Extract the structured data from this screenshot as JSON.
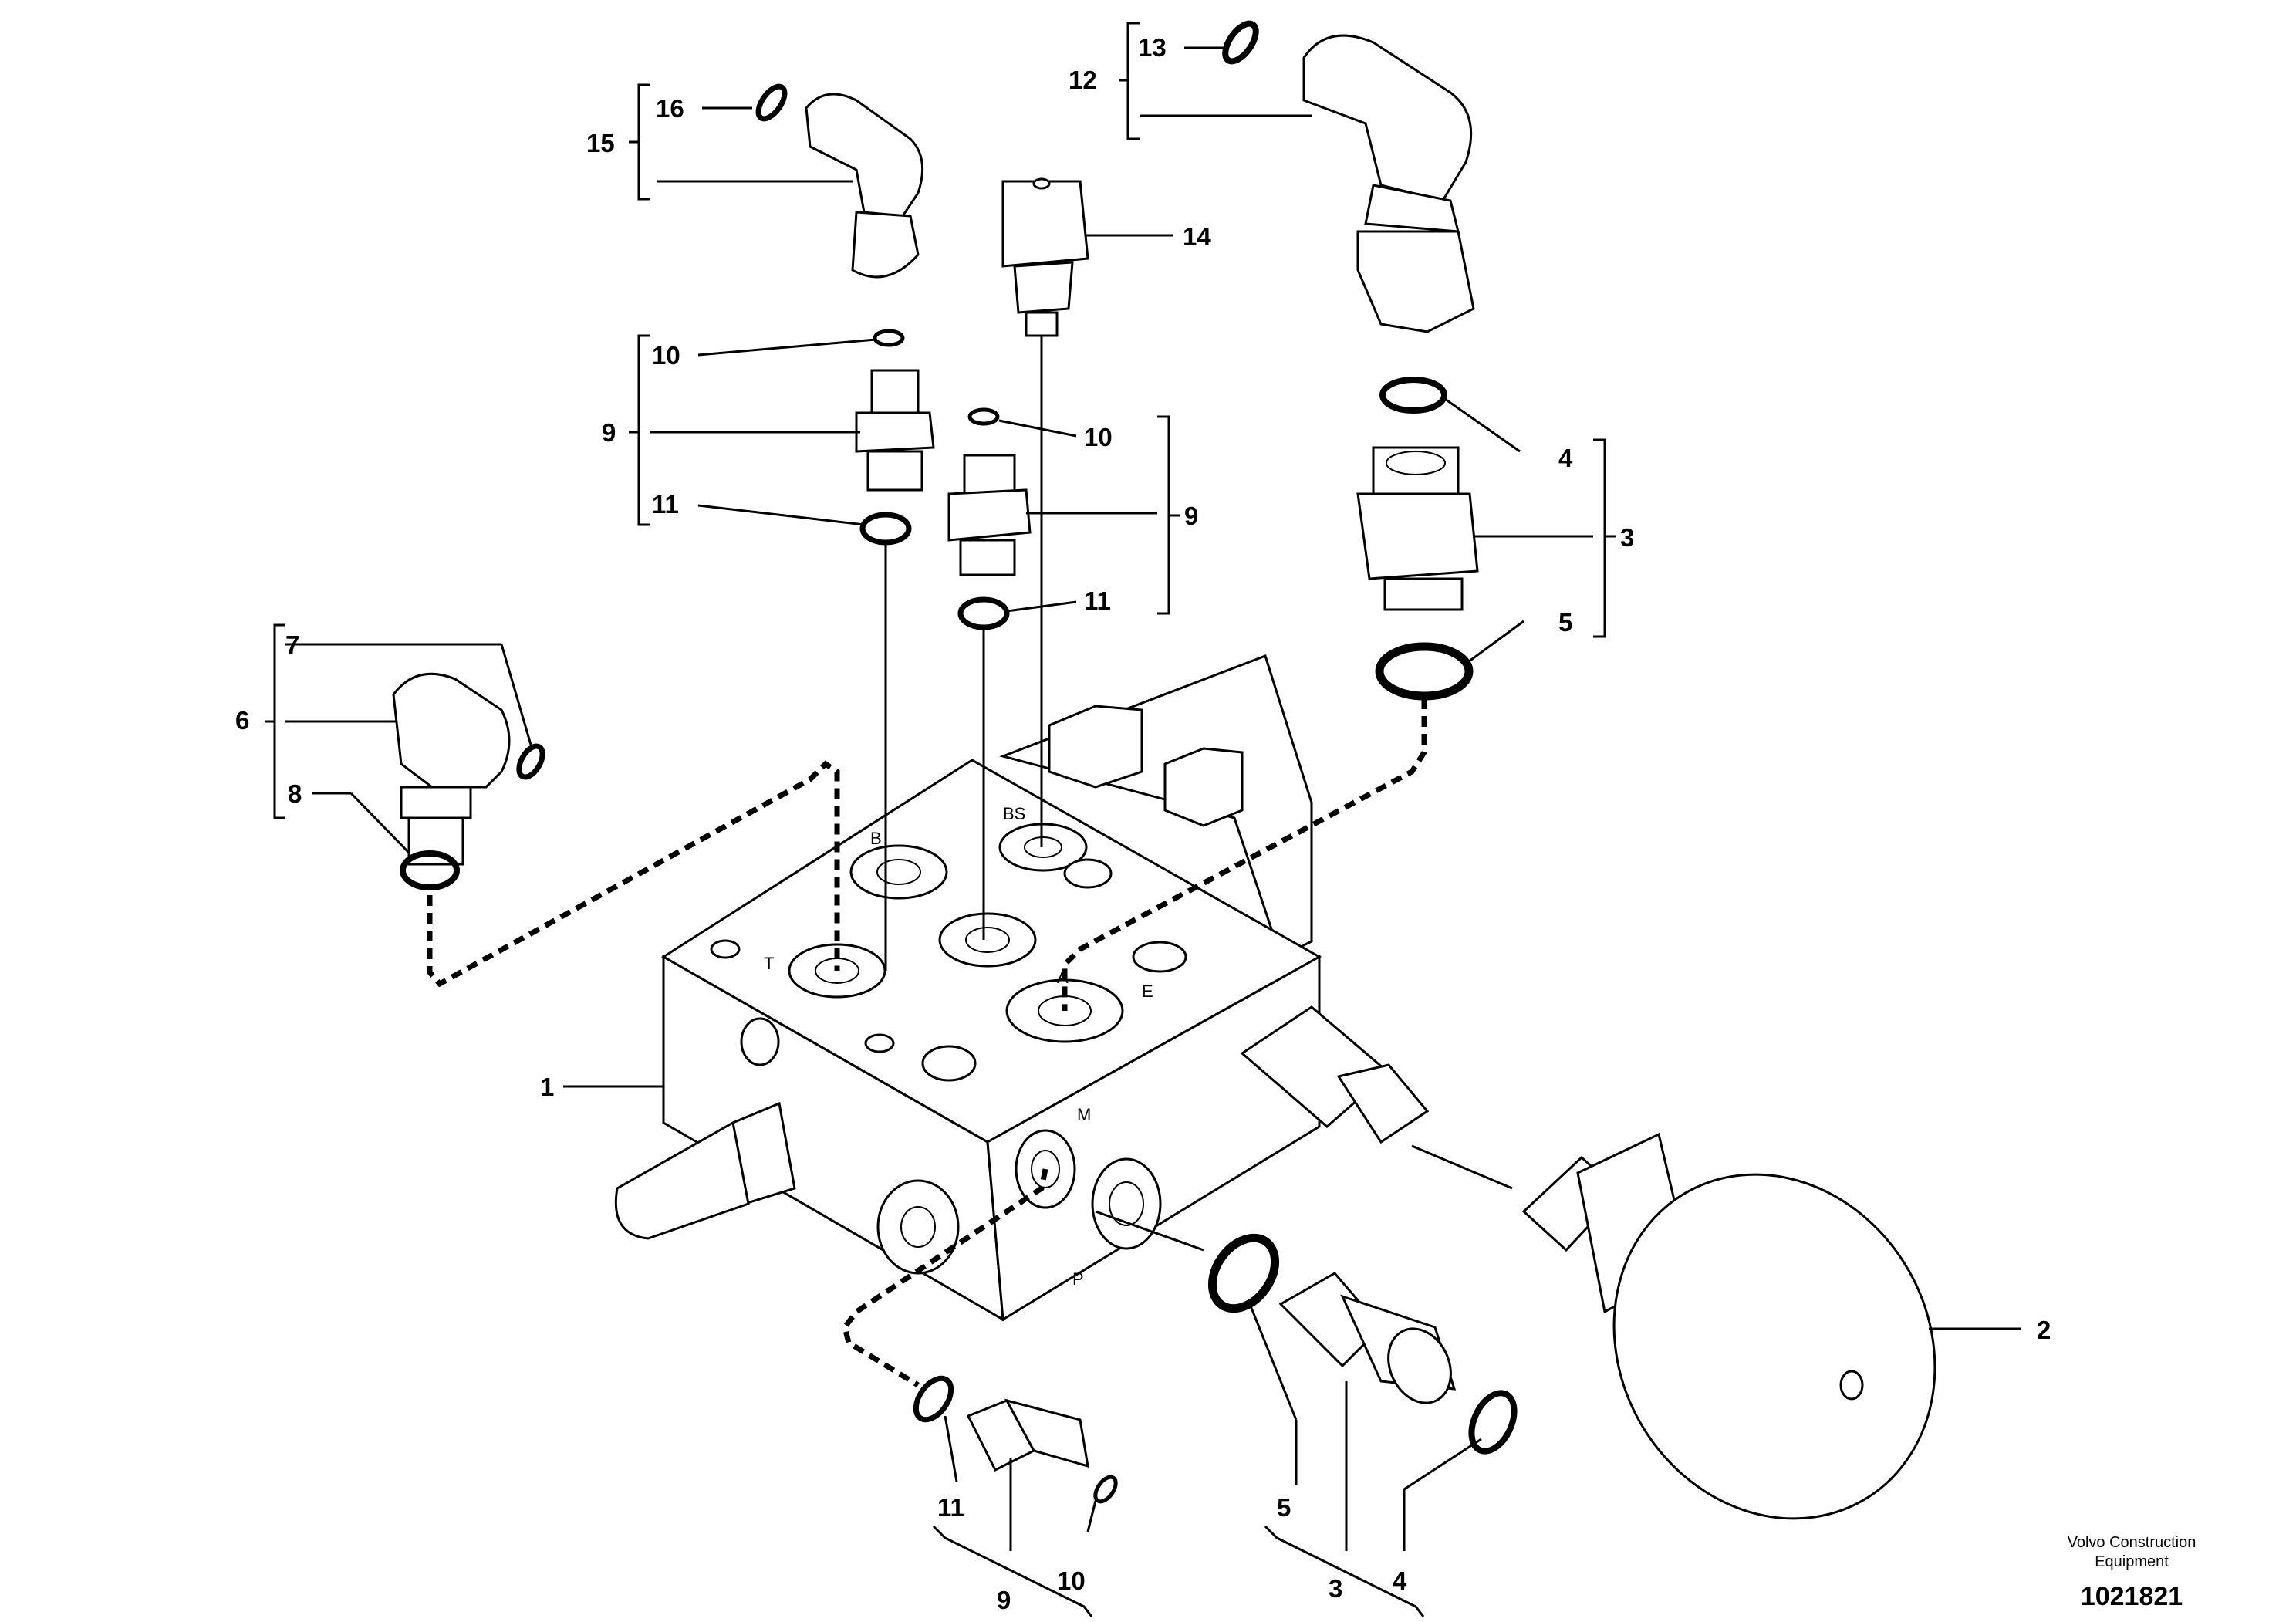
{
  "labels": {
    "l1": "1",
    "l2": "2",
    "l3a": "3",
    "l3b": "3",
    "l4a": "4",
    "l4b": "4",
    "l5a": "5",
    "l5b": "5",
    "l6": "6",
    "l7": "7",
    "l8": "8",
    "l9a": "9",
    "l9b": "9",
    "l9c": "9",
    "l10a": "10",
    "l10b": "10",
    "l10c": "10",
    "l11a": "11",
    "l11b": "11",
    "l11c": "11",
    "l12": "12",
    "l13": "13",
    "l14": "14",
    "l15": "15",
    "l16": "16"
  },
  "ports": {
    "t": "T",
    "a": "A",
    "b": "B",
    "bs": "BS",
    "e": "E",
    "m": "M",
    "p": "P"
  },
  "credit": {
    "line1": "Volvo Construction",
    "line2": "Equipment"
  },
  "drawing_number": "1021821"
}
